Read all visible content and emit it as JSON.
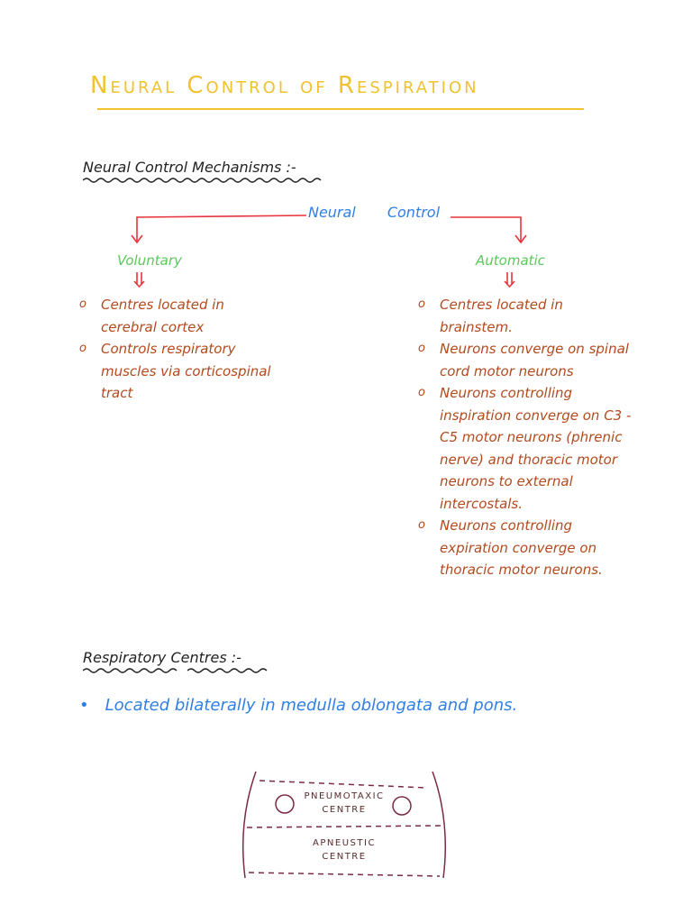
{
  "title": "Neural Control of Respiration",
  "section1": {
    "heading": "Neural Control Mechanisms :-",
    "root": "Neural Control",
    "voluntary": {
      "label": "Voluntary",
      "points": [
        "Centres located in cerebral cortex",
        "Controls respiratory muscles via corticospinal tract"
      ]
    },
    "automatic": {
      "label": "Automatic",
      "points": [
        "Centres located in brainstem.",
        "Neurons converge on spinal cord motor neurons",
        "Neurons controlling inspiration converge on C3 - C5 motor neurons (phrenic nerve) and thoracic motor neurons to external intercostals.",
        "Neurons controlling expiration converge on thoracic motor neurons."
      ]
    }
  },
  "section2": {
    "heading": "Respiratory Centres :-",
    "bullet": "Located bilaterally in medulla oblongata and pons."
  },
  "diagram": {
    "upper": "PNEUMOTAXIC CENTRE",
    "lower": "APNEUSTIC CENTRE"
  },
  "colors": {
    "title": "#f2c12e",
    "arrow": "#e8343c",
    "root": "#2f7fe8",
    "branch": "#5ac85a",
    "points": "#b34a1d",
    "diagram": "#7a2a46"
  }
}
